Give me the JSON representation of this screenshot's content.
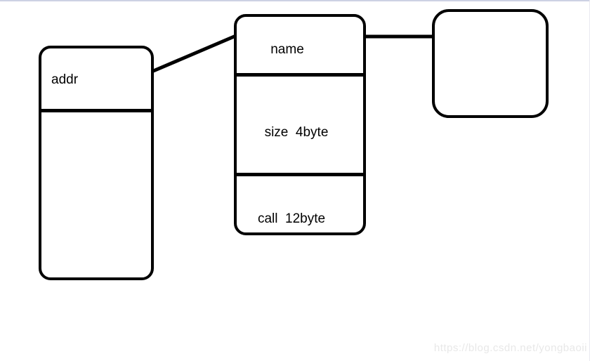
{
  "page": {
    "top_edge_color": "#cdd1e3",
    "background": "#ffffff",
    "watermark_text": "https://blog.csdn.net/yongbaoii",
    "watermark_color": "#e8e8e8"
  },
  "diagram": {
    "stroke_color": "#000000",
    "left_box": {
      "rows": [
        {
          "label": "addr"
        },
        {
          "label": ""
        }
      ]
    },
    "middle_box": {
      "rows": [
        {
          "label": "name"
        },
        {
          "label": "size  4byte"
        },
        {
          "label": "call  12byte"
        }
      ]
    },
    "right_box": {
      "label": ""
    },
    "connectors": [
      {
        "from": "addr-box-right-edge",
        "to": "name-box-left-edge"
      },
      {
        "from": "name-box-right-edge",
        "to": "right-box-left-edge"
      }
    ]
  }
}
